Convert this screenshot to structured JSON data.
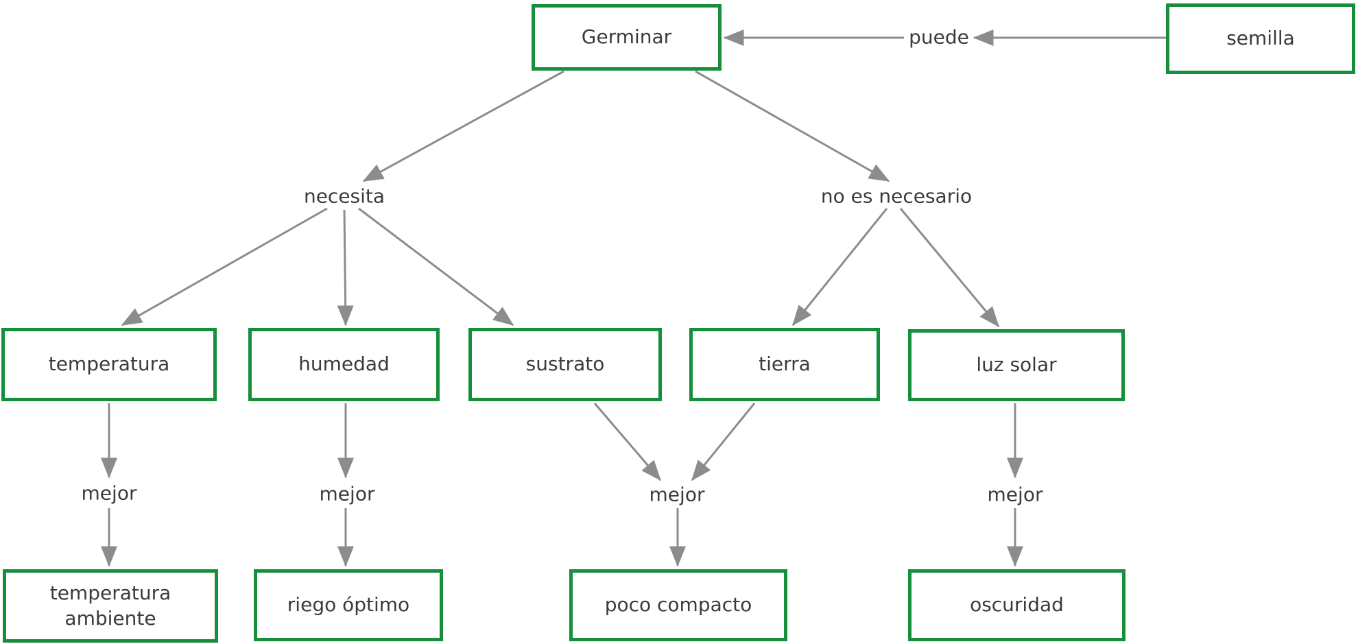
{
  "colors": {
    "node_border": "#168f3c",
    "node_fill": "#ffffff",
    "edge": "#8c8c8c",
    "text": "#3b3b3b",
    "background": "#ffffff"
  },
  "nodes": {
    "germinar": "Germinar",
    "semilla": "semilla",
    "temperatura": "temperatura",
    "humedad": "humedad",
    "sustrato": "sustrato",
    "tierra": "tierra",
    "luz_solar": "luz solar",
    "temperatura_ambiente": "temperatura ambiente",
    "riego_optimo": "riego óptimo",
    "poco_compacto": "poco compacto",
    "oscuridad": "oscuridad"
  },
  "edge_labels": {
    "puede": "puede",
    "necesita": "necesita",
    "no_es_necesario": "no es necesario",
    "mejor_temperatura": "mejor",
    "mejor_humedad": "mejor",
    "mejor_sustrato_tierra": "mejor",
    "mejor_luz_solar": "mejor"
  }
}
